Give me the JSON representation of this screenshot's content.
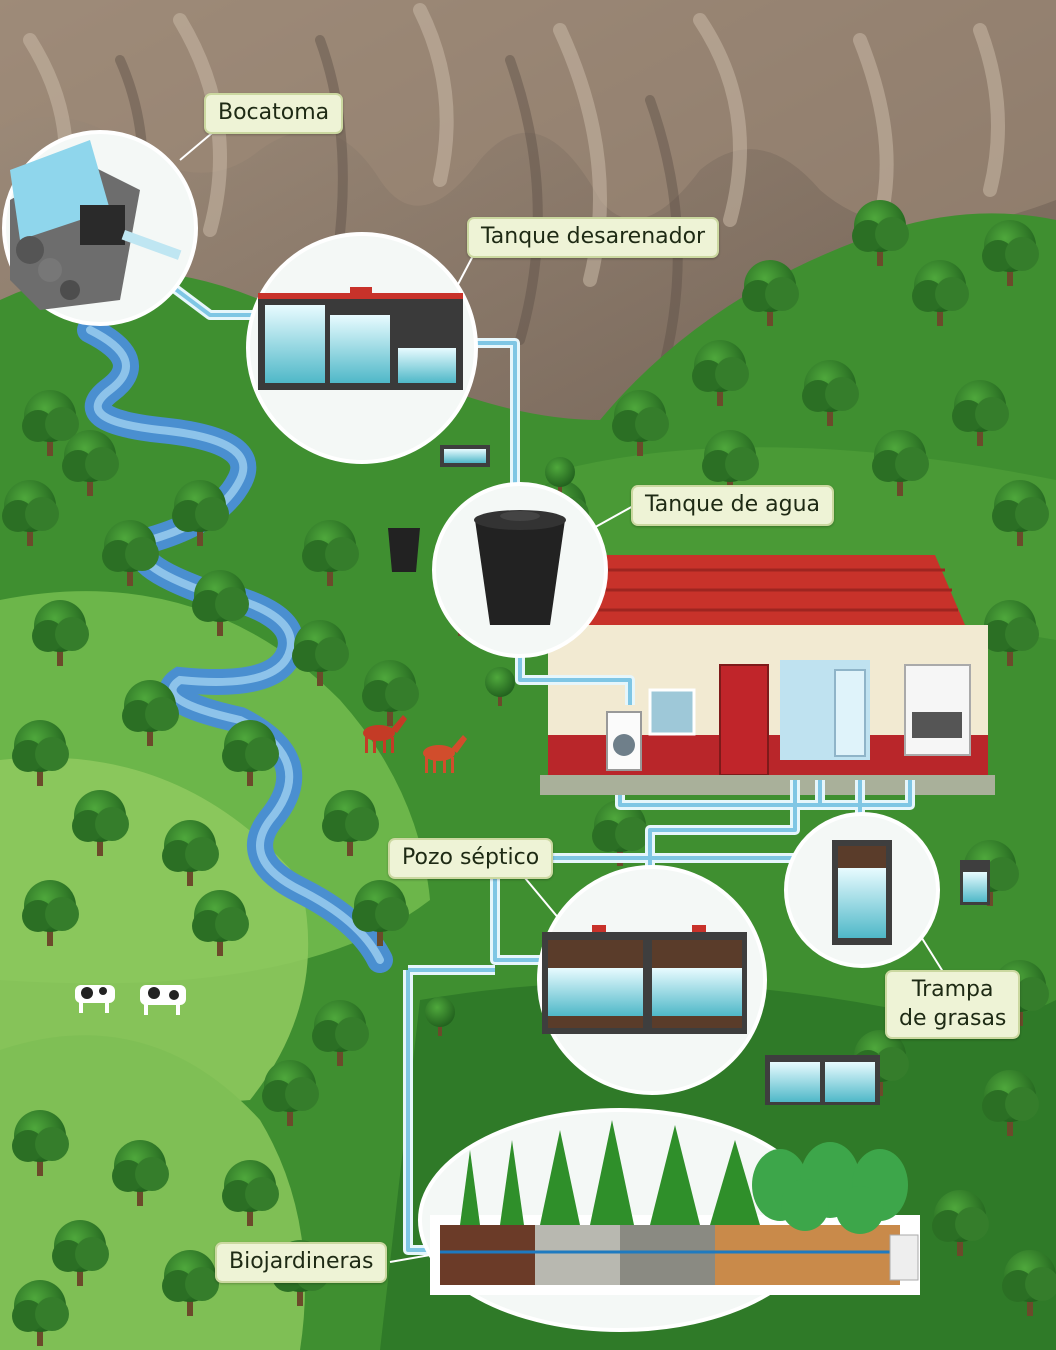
{
  "labels": {
    "bocatoma": "Bocatoma",
    "tanque_desarenador": "Tanque desarenador",
    "tanque_agua": "Tanque de agua",
    "pozo_septico": "Pozo séptico",
    "trampa_grasas": [
      "Trampa",
      "de grasas"
    ],
    "biojardineras": "Biojardineras"
  },
  "colors": {
    "mountain": "#8c7a6a",
    "grass": "#3c8a2e",
    "river": "#4a8fd0",
    "pipe": "#9fd3ea",
    "roof": "#c8322a",
    "wall": "#f2ead2",
    "label_bg": "#eef3d6"
  }
}
